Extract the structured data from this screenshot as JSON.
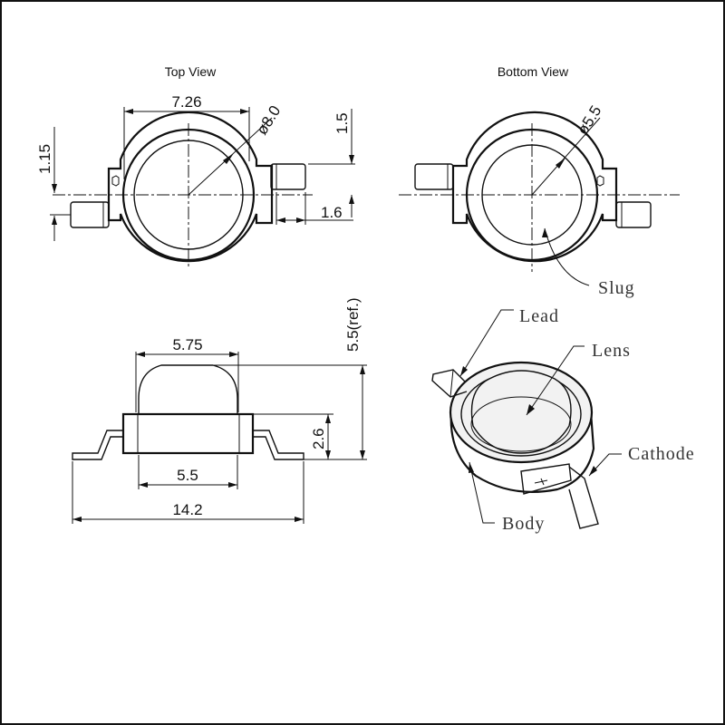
{
  "views": {
    "top": "Top View",
    "bottom": "Bottom View"
  },
  "dimensions": {
    "top_width": "7.26",
    "top_diameter": "ø8.0",
    "top_lead_height": "1.15",
    "top_lead_offset": "1.5",
    "top_lead_length": "1.6",
    "bottom_diameter": "ø5.5",
    "side_lens_width": "5.75",
    "side_body_height": "2.6",
    "side_total_height": "5.5(ref.)",
    "side_base_width": "5.5",
    "side_total_width": "14.2"
  },
  "parts": {
    "slug": "Slug",
    "lead": "Lead",
    "lens": "Lens",
    "cathode": "Cathode",
    "body": "Body"
  }
}
